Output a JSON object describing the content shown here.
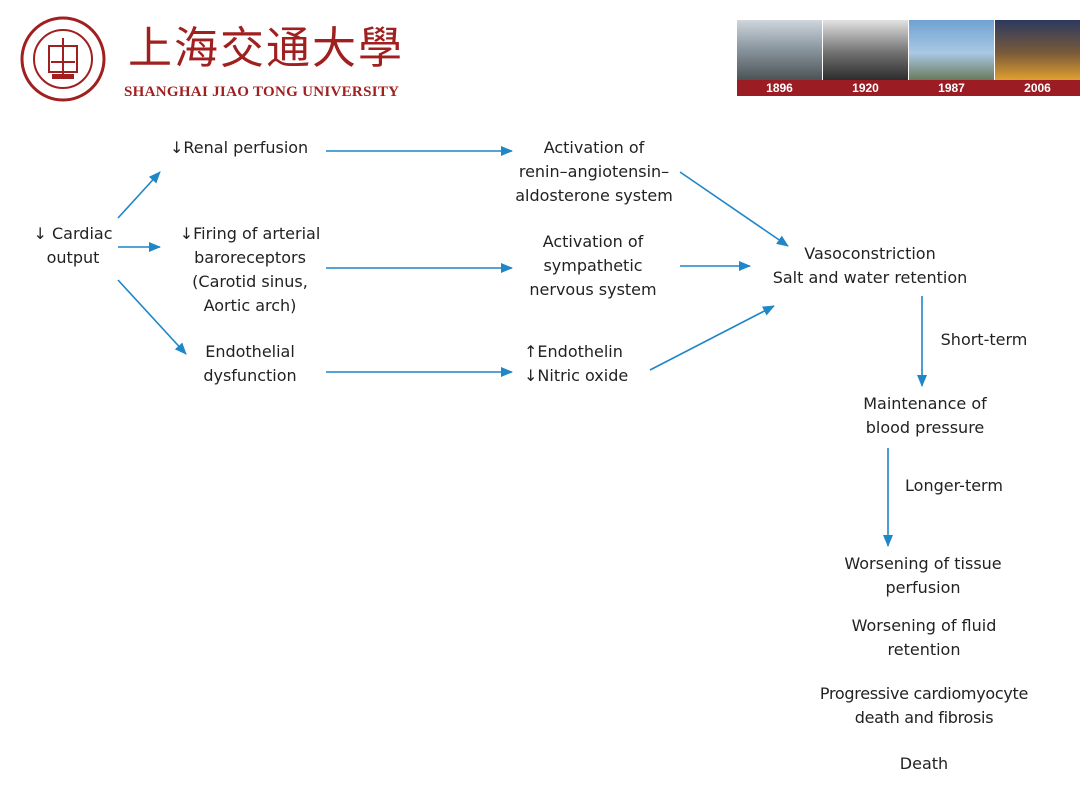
{
  "header": {
    "logo_cn": "上海交通大學",
    "logo_en": "SHANGHAI JIAO TONG UNIVERSITY",
    "years": [
      "1896",
      "1920",
      "1987",
      "2006"
    ]
  },
  "colors": {
    "arrow": "#1f86c8",
    "brand_red": "#9c1c23"
  },
  "diagram": {
    "cardiac_output": [
      "↓ Cardiac",
      "output"
    ],
    "renal_perfusion": [
      "↓Renal perfusion"
    ],
    "firing_baroreceptors": [
      "↓Firing of arterial",
      "baroreceptors",
      "(Carotid sinus,",
      "Aortic arch)"
    ],
    "endothelial_dysfunction": [
      "Endothelial",
      "dysfunction"
    ],
    "raas": [
      "Activation of",
      "renin–angiotensin–",
      "aldosterone system"
    ],
    "sympathetic": [
      "Activation of",
      "sympathetic",
      "nervous system"
    ],
    "endothelin": [
      "↑Endothelin",
      "↓Nitric oxide"
    ],
    "vasoconstriction": [
      "Vasoconstriction",
      "Salt and water retention"
    ],
    "short_term": [
      "Short-term"
    ],
    "maintenance_bp": [
      "Maintenance of",
      "blood pressure"
    ],
    "longer_term": [
      "Longer-term"
    ],
    "worsening_tissue": [
      "Worsening of tissue",
      "perfusion"
    ],
    "worsening_fluid": [
      "Worsening of fluid",
      "retention"
    ],
    "cardiomyocyte_death": [
      "Progressive cardiomyocyte",
      "death and fibrosis"
    ],
    "death": [
      "Death"
    ]
  }
}
